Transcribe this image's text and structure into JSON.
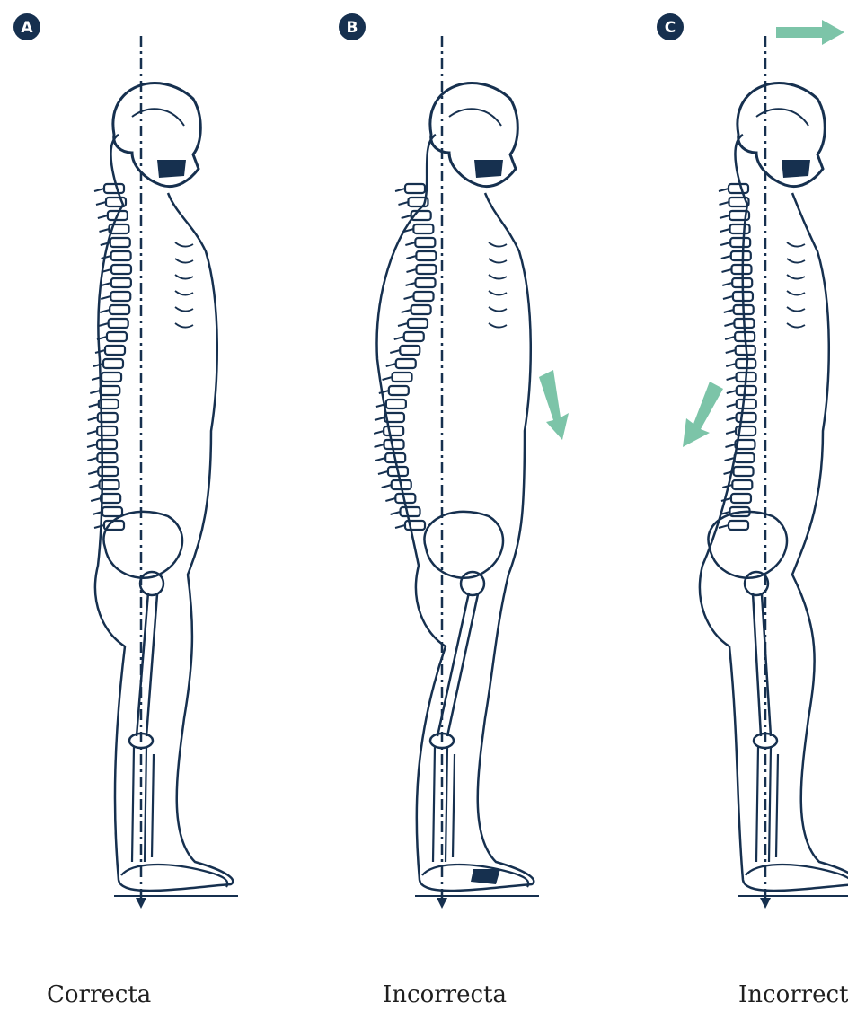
{
  "colors": {
    "ink": "#16304f",
    "arrow": "#7cc4a8",
    "caption": "#1f1f1f"
  },
  "figures": [
    {
      "badge": "A",
      "caption": "Correcta",
      "spine_sway": 0,
      "pelvis_shift": 0,
      "head_forward": 0,
      "arrows": []
    },
    {
      "badge": "B",
      "caption": "Incorrecta",
      "spine_sway": 1,
      "pelvis_shift": 1,
      "head_forward": 1,
      "arrows": [
        "down-right"
      ]
    },
    {
      "badge": "C",
      "caption": "Incorrecta",
      "spine_sway": -1,
      "pelvis_shift": -1,
      "head_forward": 0,
      "arrows": [
        "right",
        "down-left"
      ]
    }
  ]
}
